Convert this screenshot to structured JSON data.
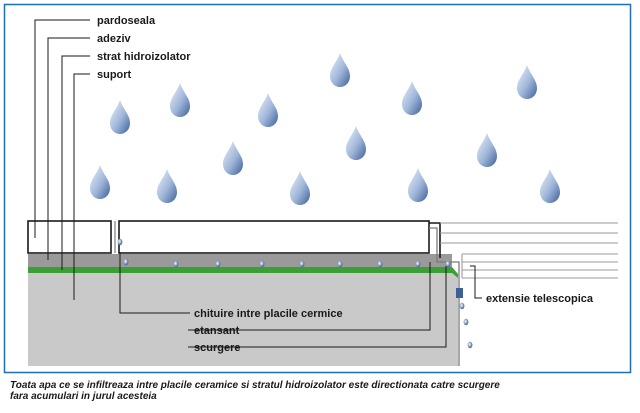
{
  "diagram": {
    "labels": {
      "pardoseala": "pardoseala",
      "adeziv": "adeziv",
      "strat_hidroizolator": "strat hidroizolator",
      "suport": "suport",
      "chituire": "chituire intre placile cermice",
      "etansant": "etansant",
      "scurgere": "scurgere",
      "extensie": "extensie telescopica"
    },
    "colors": {
      "frame": "#1f6fb5",
      "membrane": "#3aa035",
      "support": "#c9c9c9",
      "adhesive": "#9a9a9a",
      "drop_light": "#eef3fa",
      "drop_dark": "#3d5f98"
    }
  },
  "caption": {
    "line1": "Toata apa ce se infiltreaza intre placile ceramice si stratul hidroizolator este directionata catre scurgere",
    "line2": "fara acumulari in jurul acesteia"
  }
}
